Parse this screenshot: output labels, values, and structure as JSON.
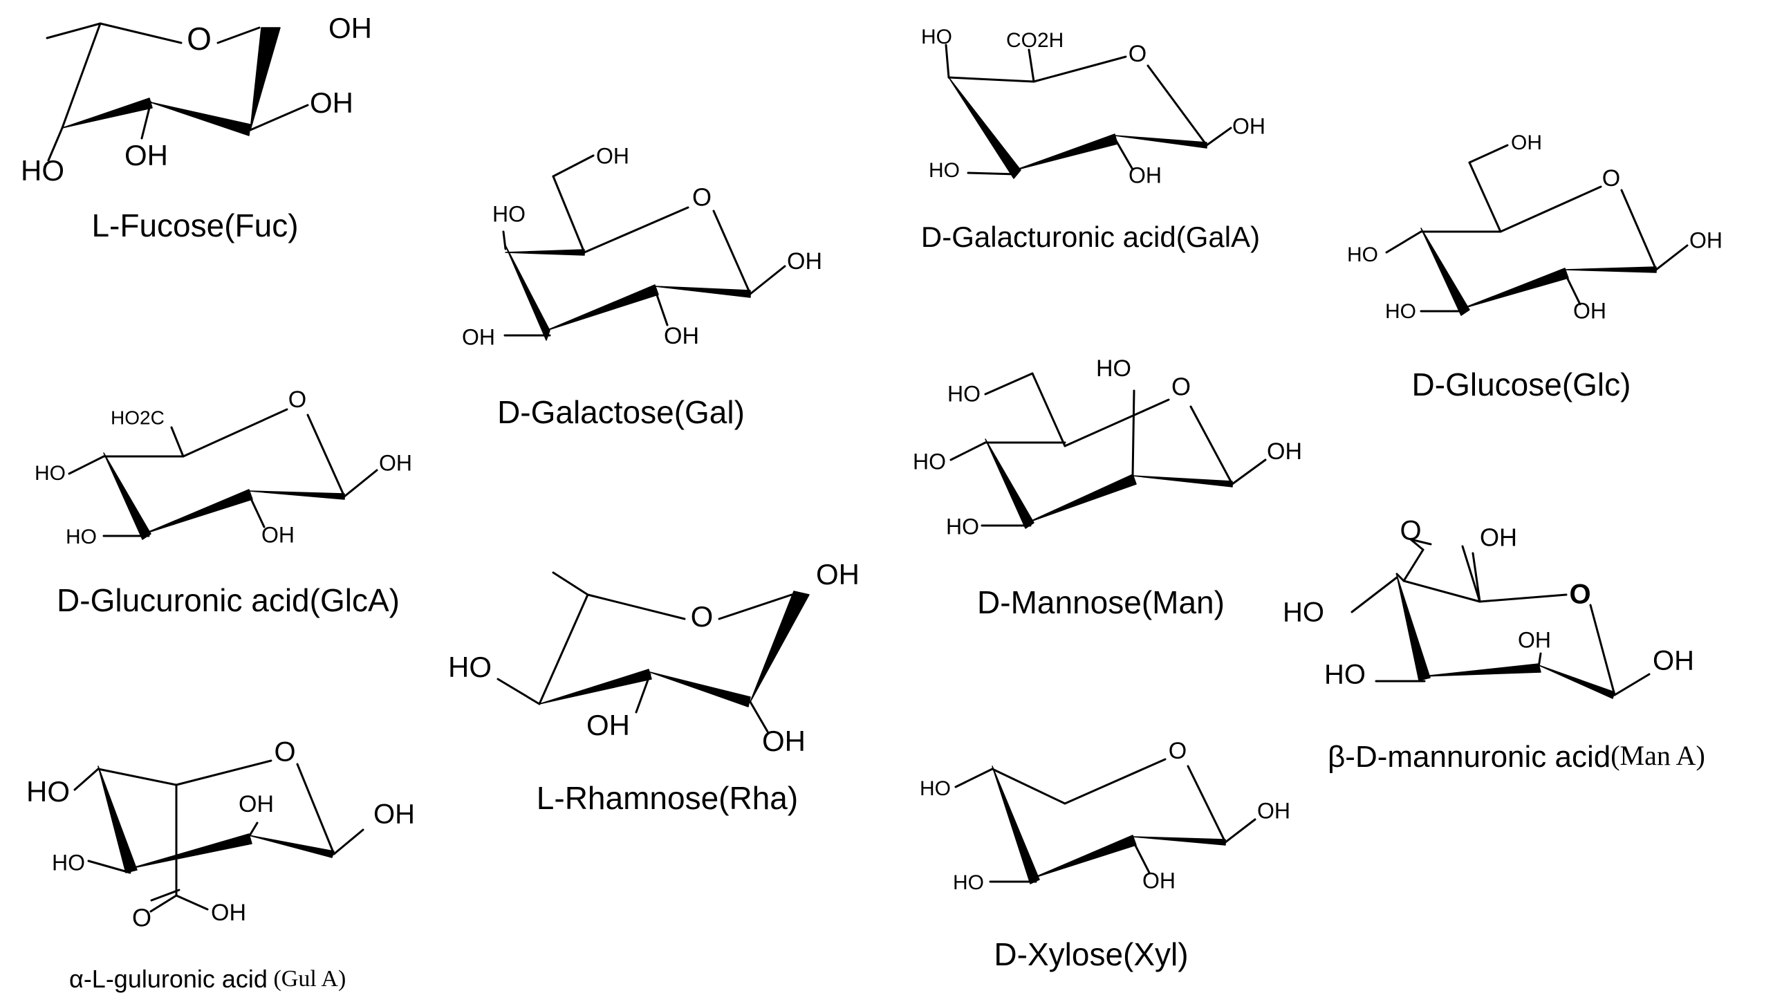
{
  "molecules": {
    "fucose": {
      "name": "L-Fucose(Fuc)",
      "o": "O",
      "oh1": "OH",
      "oh2": "OH",
      "oh3": "OH",
      "oh4": "HO"
    },
    "galactose": {
      "name": "D-Galactose(Gal)",
      "o": "O",
      "oh1": "OH",
      "oh2": "OH",
      "oh3": "OH",
      "oh4": "HO",
      "oh6": "OH"
    },
    "galacturonic": {
      "name": "D-Galacturonic acid(GalA)",
      "o": "O",
      "co2h": "CO2H",
      "oh1": "OH",
      "oh2": "OH",
      "oh3": "HO",
      "oh4": "HO"
    },
    "glucose": {
      "name": "D-Glucose(Glc)",
      "o": "O",
      "oh1": "OH",
      "oh2": "OH",
      "oh3": "HO",
      "oh4": "HO",
      "oh6": "OH"
    },
    "glucuronic": {
      "name": "D-Glucuronic acid(GlcA)",
      "o": "O",
      "ho2c": "HO2C",
      "oh1": "OH",
      "oh2": "OH",
      "oh3": "HO",
      "oh4": "HO"
    },
    "rhamnose": {
      "name": "L-Rhamnose(Rha)",
      "o": "O",
      "oh1": "OH",
      "oh2": "OH",
      "oh3": "OH",
      "oh4": "HO"
    },
    "mannose": {
      "name": "D-Mannose(Man)",
      "o": "O",
      "oh1": "OH",
      "oh2": "HO",
      "oh3": "HO",
      "oh4": "HO",
      "oh6": "HO"
    },
    "mannuronic": {
      "name_main": "β-D-mannuronic acid",
      "name_abbr": "(Man A)",
      "o": "O",
      "carbonyl_o": "O",
      "acid_oh": "OH",
      "oh1": "OH",
      "oh2": "OH",
      "oh3": "HO",
      "oh4": "HO"
    },
    "guluronic": {
      "name_main": "α-L-guluronic acid",
      "name_abbr": " (Gul A)",
      "o": "O",
      "carbonyl_o": "O",
      "acid_oh": "OH",
      "oh1": "OH",
      "oh2": "OH",
      "oh3": "HO",
      "oh4": "HO"
    },
    "xylose": {
      "name": "D-Xylose(Xyl)",
      "o": "O",
      "oh1": "OH",
      "oh2": "OH",
      "oh3": "HO",
      "oh4": "HO"
    }
  }
}
